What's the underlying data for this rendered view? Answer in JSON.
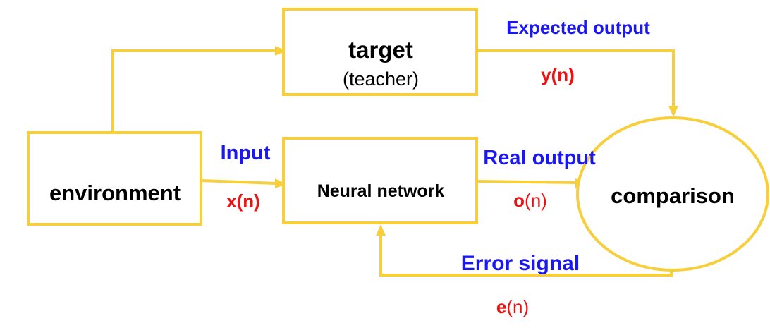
{
  "nodes": {
    "environment": "environment",
    "target_title": "target",
    "target_subtitle": "(teacher)",
    "neural_network": "Neural network",
    "comparison": "comparison"
  },
  "edges": {
    "expected_output": "Expected output",
    "y_n": "y(n)",
    "input": "Input",
    "x_n": "x(n)",
    "real_output": "Real output",
    "o_bold": "o",
    "o_rest": "(n)",
    "error_signal": "Error signal",
    "e_bold": "e",
    "e_rest": "(n)"
  },
  "colors": {
    "stroke": "#f7cf3a",
    "label_blue": "#1a17f0",
    "label_red": "#ee1111"
  }
}
